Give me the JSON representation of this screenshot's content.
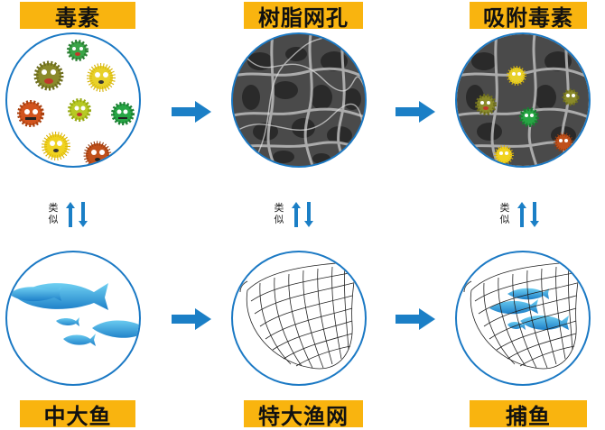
{
  "top_labels": [
    "毒素",
    "树脂网孔",
    "吸附毒素"
  ],
  "bottom_labels": [
    "中大鱼",
    "特大渔网",
    "捕鱼"
  ],
  "similar_text": [
    "类",
    "似"
  ],
  "colors": {
    "label_bg": "#f9b40f",
    "circle_border": "#1b79c4",
    "arrow": "#1b7fc6"
  }
}
